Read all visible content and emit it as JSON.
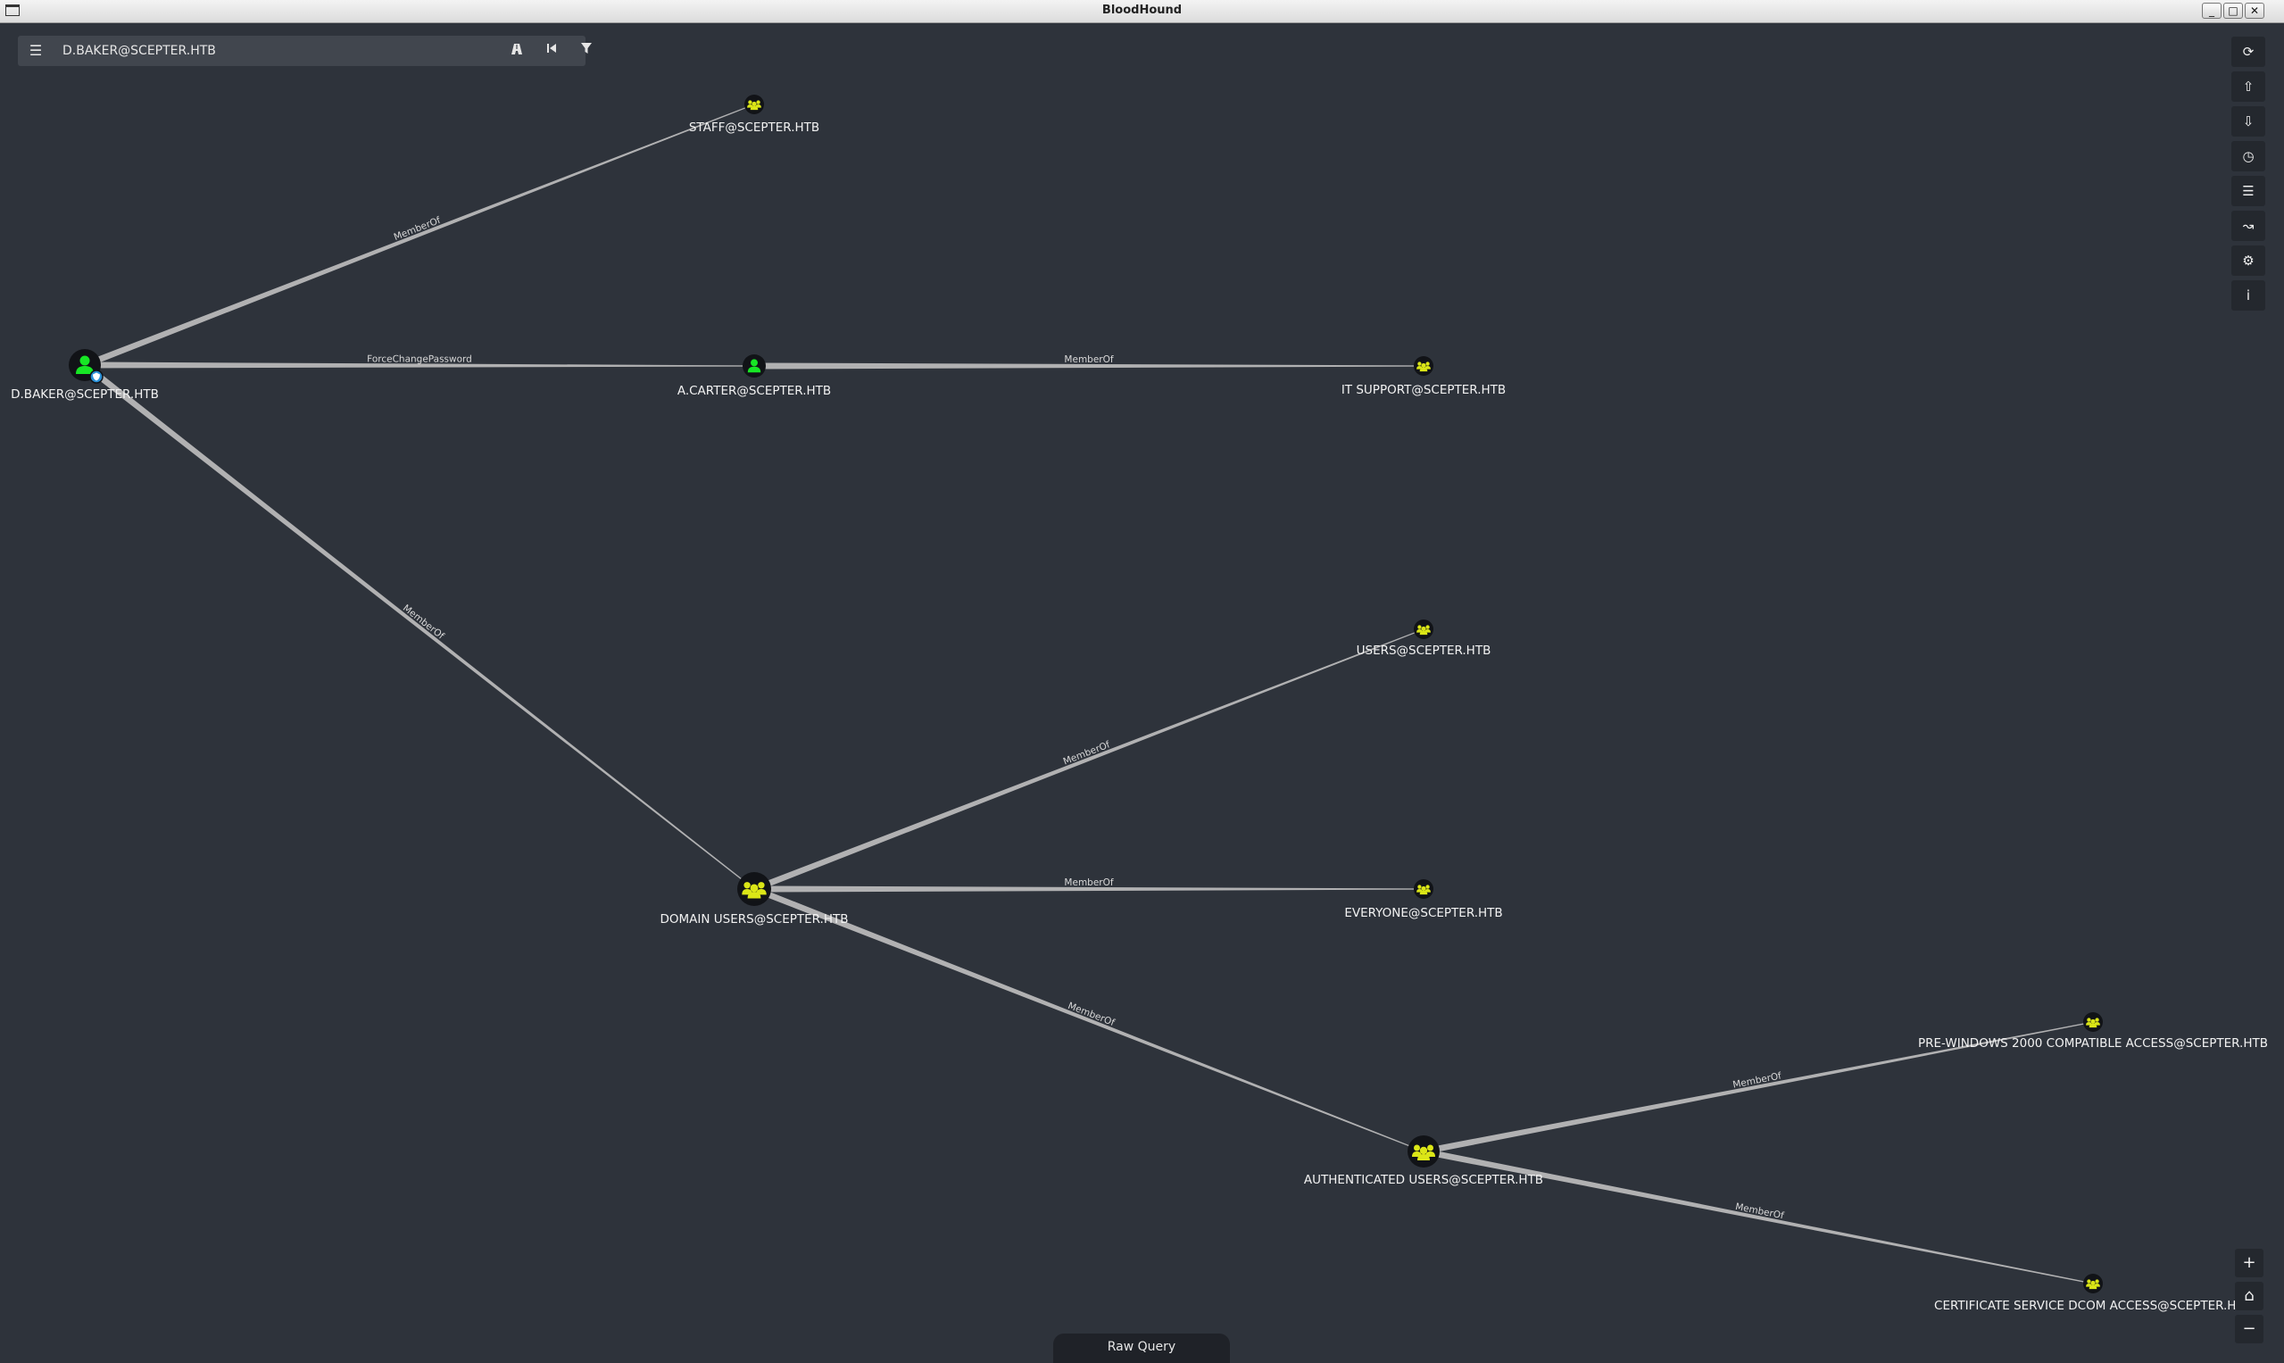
{
  "window": {
    "title": "BloodHound"
  },
  "search": {
    "value": "D.BAKER@SCEPTER.HTB"
  },
  "bottom_bar": {
    "raw_query_label": "Raw Query"
  },
  "toolbar_icons": [
    "refresh-icon",
    "upload-icon",
    "download-icon",
    "clock-icon",
    "list-icon",
    "chart-icon",
    "settings-icon",
    "info-icon"
  ],
  "zoom_icons": [
    "zoom-in-icon",
    "home-icon",
    "zoom-out-icon"
  ],
  "colors": {
    "background": "#2e333b",
    "user_node": "#17e625",
    "group_node": "#dbe617",
    "edge": "#c8c8c8"
  },
  "graph": {
    "nodes": [
      {
        "id": "dbaker",
        "label": "D.BAKER@SCEPTER.HTB",
        "type": "user",
        "owned": true
      },
      {
        "id": "acarter",
        "label": "A.CARTER@SCEPTER.HTB",
        "type": "user"
      },
      {
        "id": "staff",
        "label": "STAFF@SCEPTER.HTB",
        "type": "group"
      },
      {
        "id": "itsupport",
        "label": "IT SUPPORT@SCEPTER.HTB",
        "type": "group"
      },
      {
        "id": "domainusers",
        "label": "DOMAIN USERS@SCEPTER.HTB",
        "type": "group"
      },
      {
        "id": "users",
        "label": "USERS@SCEPTER.HTB",
        "type": "group"
      },
      {
        "id": "everyone",
        "label": "EVERYONE@SCEPTER.HTB",
        "type": "group"
      },
      {
        "id": "authusers",
        "label": "AUTHENTICATED USERS@SCEPTER.HTB",
        "type": "group"
      },
      {
        "id": "prewin2000",
        "label": "PRE-WINDOWS 2000 COMPATIBLE ACCESS@SCEPTER.HTB",
        "type": "group"
      },
      {
        "id": "certdcom",
        "label": "CERTIFICATE SERVICE DCOM ACCESS@SCEPTER.HTB",
        "type": "group"
      }
    ],
    "edges": [
      {
        "from": "dbaker",
        "to": "staff",
        "label": "MemberOf"
      },
      {
        "from": "dbaker",
        "to": "acarter",
        "label": "ForceChangePassword"
      },
      {
        "from": "acarter",
        "to": "itsupport",
        "label": "MemberOf"
      },
      {
        "from": "dbaker",
        "to": "domainusers",
        "label": "MemberOf"
      },
      {
        "from": "domainusers",
        "to": "users",
        "label": "MemberOf"
      },
      {
        "from": "domainusers",
        "to": "everyone",
        "label": "MemberOf"
      },
      {
        "from": "domainusers",
        "to": "authusers",
        "label": "MemberOf"
      },
      {
        "from": "authusers",
        "to": "prewin2000",
        "label": "MemberOf"
      },
      {
        "from": "authusers",
        "to": "certdcom",
        "label": "MemberOf"
      }
    ]
  }
}
